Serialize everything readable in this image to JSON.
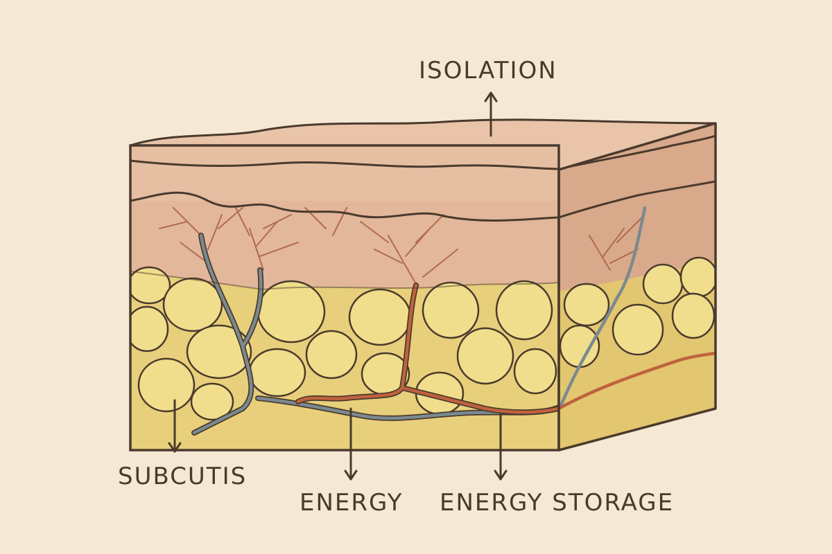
{
  "labels": {
    "isolation": "ISOLATION",
    "subcutis": "SUBCUTIS",
    "energy": "ENERGY",
    "energy_storage": "ENERGY STORAGE"
  },
  "colors": {
    "background": "#f5e8d5",
    "outline": "#4a3a2c",
    "epidermis": "#e6bea2",
    "dermis": "#e3b79a",
    "side_skin": "#d9a98c",
    "fat_matrix": "#e8cf7b",
    "fat_cell": "#f0de8c",
    "fat_cell_side": "#e2c670",
    "vein": "#7b8a90",
    "artery": "#c0623e",
    "capillary": "#b06a52"
  }
}
